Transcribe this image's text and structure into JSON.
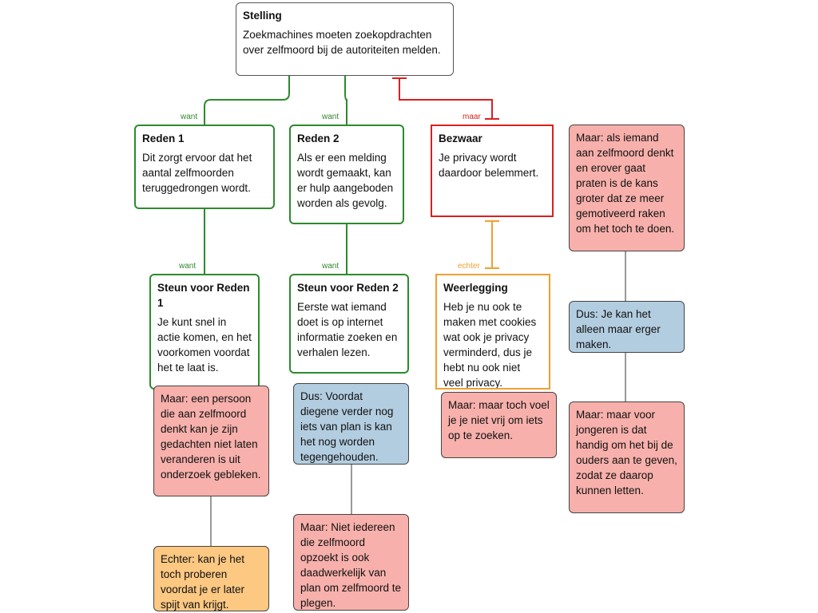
{
  "stelling": {
    "title": "Stelling",
    "text": "Zoekmachines moeten zoekopdrachten over zelfmoord bij de autoriteiten melden."
  },
  "reden1": {
    "title": "Reden 1",
    "text": "Dit zorgt ervoor dat het aantal zelfmoorden teruggedrongen wordt."
  },
  "reden2": {
    "title": "Reden 2",
    "text": "Als er een melding wordt gemaakt, kan er hulp aangeboden worden als gevolg."
  },
  "bezwaar": {
    "title": "Bezwaar",
    "text": "Je privacy wordt daardoor belemmert."
  },
  "steun1": {
    "title": "Steun voor Reden 1",
    "text": "Je kunt snel in actie komen, en het voorkomen voordat het te laat is."
  },
  "steun2": {
    "title": "Steun voor Reden 2",
    "text": "Eerste wat iemand doet is op internet informatie zoeken en verhalen lezen."
  },
  "weerlegging": {
    "title": "Weerlegging",
    "text": "Heb je nu ook te maken met cookies wat ook je privacy verminderd, dus je hebt nu ook niet veel privacy."
  },
  "notes": {
    "maar_persoon": "Maar: een persoon die aan zelfmoord denkt kan je zijn gedachten niet laten veranderen is uit onderzoek gebleken.",
    "echter_proberen": "Echter: kan je het toch proberen voordat je er later spijt  van krijgt.",
    "dus_voordat": "Dus: Voordat diegene verder nog iets van plan is kan het nog worden tegengehouden.",
    "maar_niet_iedereen": "Maar: Niet iedereen die zelfmoord opzoekt is ook daadwerkelijk van plan om zelfmoord te plegen.",
    "maar_vrij": "Maar: maar toch voel je je niet vrij om iets op te zoeken.",
    "maar_praten": "Maar: als iemand aan zelfmoord denkt en erover gaat praten is de kans groter dat ze meer gemotiveerd raken om het toch te doen.",
    "dus_erger": "Dus: Je kan het alleen maar erger maken.",
    "maar_jongeren": "Maar: maar voor jongeren is dat handig om het bij de ouders aan te geven, zodat ze daarop kunnen letten."
  },
  "labels": {
    "want1": "want",
    "want2": "want",
    "maar": "maar",
    "want3": "want",
    "want4": "want",
    "echter": "echter"
  },
  "colors": {
    "want": "#2d8a2d",
    "maar": "#d92020",
    "echter": "#f0a030",
    "note_maar": "#f7b0ab",
    "note_dus": "#b3cde0",
    "note_echter": "#fcc882"
  }
}
